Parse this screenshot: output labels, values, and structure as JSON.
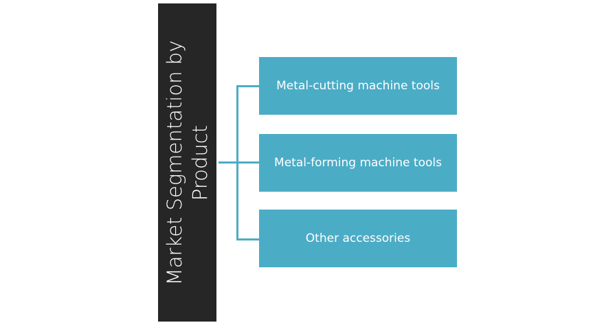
{
  "root": {
    "label": "Market Segmentation by Product"
  },
  "segments": [
    {
      "label": "Metal-cutting machine tools"
    },
    {
      "label": "Metal-forming machine tools"
    },
    {
      "label": "Other accessories"
    }
  ],
  "colors": {
    "root_bg": "#262626",
    "segment_bg": "#4BACC6",
    "connector": "#4BACC6"
  }
}
